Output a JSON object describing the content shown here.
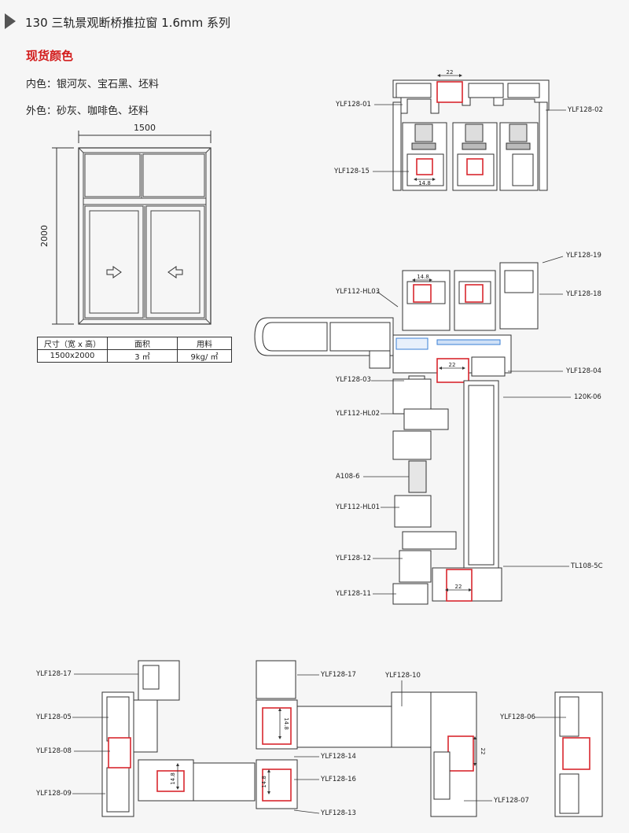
{
  "header": {
    "title": "130 三轨景观断桥推拉窗 1.6mm 系列"
  },
  "stock": {
    "heading": "现货颜色",
    "inner_label": "内色：",
    "inner_value": "银河灰、宝石黑、坯料",
    "outer_label": "外色：",
    "outer_value": "砂灰、咖啡色、坯料"
  },
  "elevation": {
    "width_label": "1500",
    "height_label": "2000"
  },
  "spec_table": {
    "headers": [
      "尺寸（宽 x 高）",
      "面积",
      "用料"
    ],
    "rows": [
      [
        "1500x2000",
        "3 ㎡",
        "9kg/ ㎡"
      ]
    ]
  },
  "profiles": {
    "ylf128_01": "YLF128-01",
    "ylf128_02": "YLF128-02",
    "ylf128_15": "YLF128-15",
    "ylf128_19": "YLF128-19",
    "ylf112_hl03": "YLF112-HL03",
    "ylf128_18": "YLF128-18",
    "ylf128_04": "YLF128-04",
    "ylf128_03": "YLF128-03",
    "k120_06": "120K-06",
    "ylf112_hl02": "YLF112-HL02",
    "a108_6": "A108-6",
    "ylf112_hl01": "YLF112-HL01",
    "ylf128_12": "YLF128-12",
    "tl108_5c": "TL108-5C",
    "ylf128_11": "YLF128-11",
    "ylf128_17a": "YLF128-17",
    "ylf128_17b": "YLF128-17",
    "ylf128_10": "YLF128-10",
    "ylf128_05": "YLF128-05",
    "ylf128_06": "YLF128-06",
    "ylf128_08": "YLF128-08",
    "ylf128_14": "YLF128-14",
    "ylf128_16": "YLF128-16",
    "ylf128_09": "YLF128-09",
    "ylf128_07": "YLF128-07",
    "ylf128_13": "YLF128-13"
  },
  "dims": {
    "d22": "22",
    "d14_8": "14.8"
  },
  "colors": {
    "thermal_break": "#d9272e",
    "profile_stroke": "#333333",
    "glass": "#ffffff",
    "accent_blue": "#3a7fd5"
  }
}
